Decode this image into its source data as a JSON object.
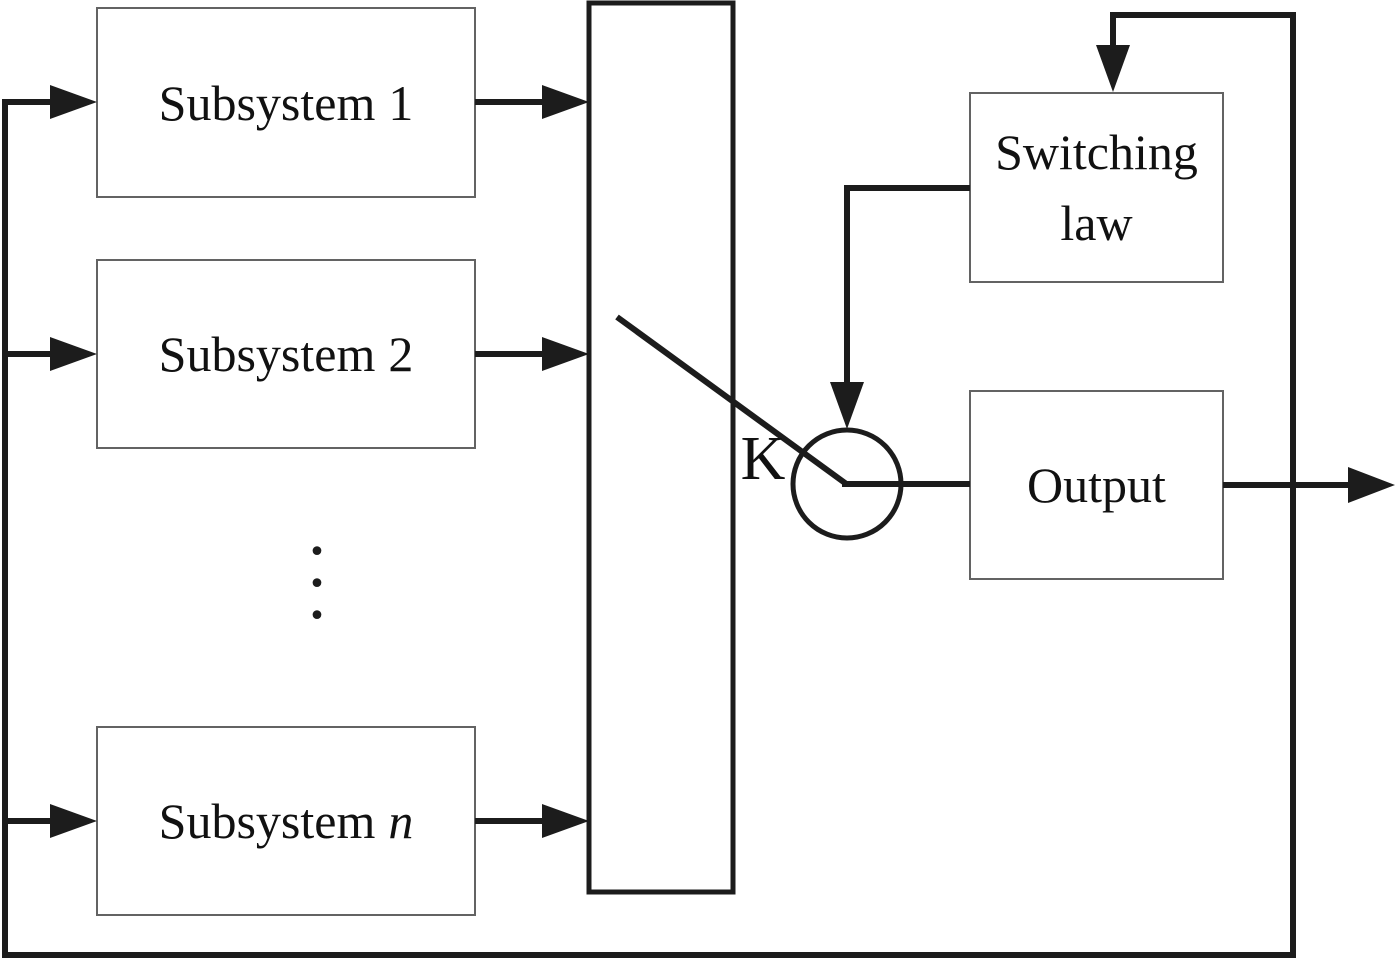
{
  "diagram": {
    "nodes": {
      "subsystem1": {
        "label_prefix": "Subsystem",
        "label_suffix": "1"
      },
      "subsystem2": {
        "label_prefix": "Subsystem",
        "label_suffix": "2"
      },
      "subsystem_n": {
        "label_prefix": "Subsystem",
        "label_suffix": "n"
      },
      "switching_law": {
        "label": "Switching law"
      },
      "output": {
        "label": "Output"
      },
      "switch_gain_label": "K"
    },
    "ellipsis_dot": "•",
    "icons": {
      "arrowhead": "filled-triangle",
      "ellipsis": "vertical-ellipsis",
      "switch_node": "circle-with-diagonal-arm"
    },
    "colors": {
      "line": "#1c1c1c",
      "arrow": "#1c1c1c",
      "box_border": "#636363",
      "text": "#111111",
      "background": "#ffffff"
    }
  }
}
